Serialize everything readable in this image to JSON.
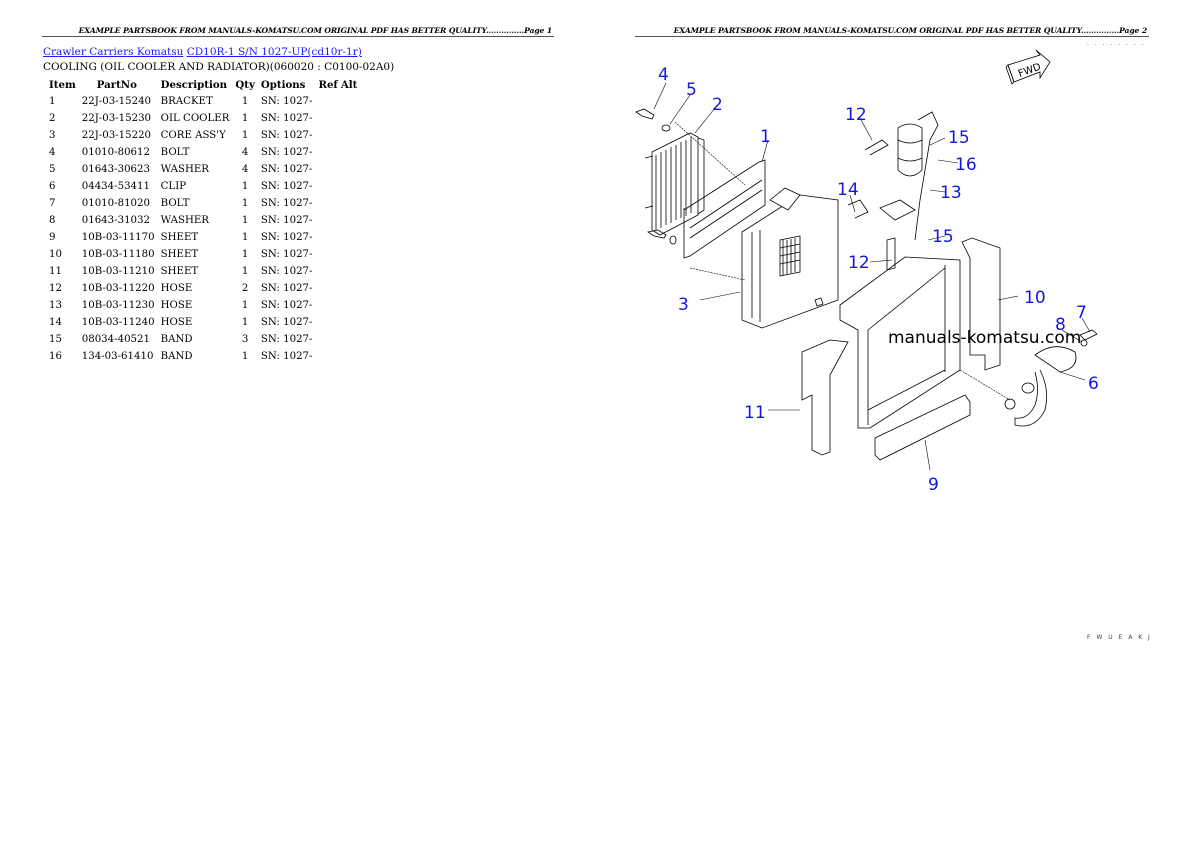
{
  "pages": [
    {
      "header": "EXAMPLE PARTSBOOK FROM MANUALS-KOMATSU.COM ORIGINAL PDF HAS BETTER QUALITY...............Page 1"
    },
    {
      "header": "EXAMPLE PARTSBOOK FROM MANUALS-KOMATSU.COM ORIGINAL PDF HAS BETTER QUALITY...............Page 2"
    }
  ],
  "breadcrumb": {
    "link1": "Crawler Carriers Komatsu",
    "link2": "CD10R-1 S/N 1027-UP(cd10r-1r)"
  },
  "section_title": "COOLING (OIL COOLER AND RADIATOR)(060020 : C0100-02A0)",
  "table": {
    "headers": {
      "item": "Item",
      "partno": "PartNo",
      "description": "Description",
      "qty": "Qty",
      "options": "Options",
      "ref": "Ref",
      "alt": "Alt"
    },
    "rows": [
      {
        "item": "1",
        "partno": "22J-03-15240",
        "description": "BRACKET",
        "qty": "1",
        "options": "SN: 1027-"
      },
      {
        "item": "2",
        "partno": "22J-03-15230",
        "description": "OIL COOLER",
        "qty": "1",
        "options": "SN: 1027-"
      },
      {
        "item": "3",
        "partno": "22J-03-15220",
        "description": "CORE ASS'Y",
        "qty": "1",
        "options": "SN: 1027-"
      },
      {
        "item": "4",
        "partno": "01010-80612",
        "description": "BOLT",
        "qty": "4",
        "options": "SN: 1027-"
      },
      {
        "item": "5",
        "partno": "01643-30623",
        "description": "WASHER",
        "qty": "4",
        "options": "SN: 1027-"
      },
      {
        "item": "6",
        "partno": "04434-53411",
        "description": "CLIP",
        "qty": "1",
        "options": "SN: 1027-"
      },
      {
        "item": "7",
        "partno": "01010-81020",
        "description": "BOLT",
        "qty": "1",
        "options": "SN: 1027-"
      },
      {
        "item": "8",
        "partno": "01643-31032",
        "description": "WASHER",
        "qty": "1",
        "options": "SN: 1027-"
      },
      {
        "item": "9",
        "partno": "10B-03-11170",
        "description": "SHEET",
        "qty": "1",
        "options": "SN: 1027-"
      },
      {
        "item": "10",
        "partno": "10B-03-11180",
        "description": "SHEET",
        "qty": "1",
        "options": "SN: 1027-"
      },
      {
        "item": "11",
        "partno": "10B-03-11210",
        "description": "SHEET",
        "qty": "1",
        "options": "SN: 1027-"
      },
      {
        "item": "12",
        "partno": "10B-03-11220",
        "description": "HOSE",
        "qty": "2",
        "options": "SN: 1027-"
      },
      {
        "item": "13",
        "partno": "10B-03-11230",
        "description": "HOSE",
        "qty": "1",
        "options": "SN: 1027-"
      },
      {
        "item": "14",
        "partno": "10B-03-11240",
        "description": "HOSE",
        "qty": "1",
        "options": "SN: 1027-"
      },
      {
        "item": "15",
        "partno": "08034-40521",
        "description": "BAND",
        "qty": "3",
        "options": "SN: 1027-"
      },
      {
        "item": "16",
        "partno": "134-03-61410",
        "description": "BAND",
        "qty": "1",
        "options": "SN: 1027-"
      }
    ]
  },
  "diagram": {
    "fwd_label": "FWD",
    "watermark": "manuals-komatsu.com",
    "callouts": {
      "c4": "4",
      "c5": "5",
      "c2": "2",
      "c1": "1",
      "c12a": "12",
      "c15a": "15",
      "c16": "16",
      "c13": "13",
      "c14": "14",
      "c15b": "15",
      "c12b": "12",
      "c3": "3",
      "c10": "10",
      "c7": "7",
      "c8": "8",
      "c6": "6",
      "c11": "11",
      "c9": "9"
    },
    "top_code": ". . . . .   . . .",
    "bottom_code": "F  W  U  E  A  K  J"
  }
}
